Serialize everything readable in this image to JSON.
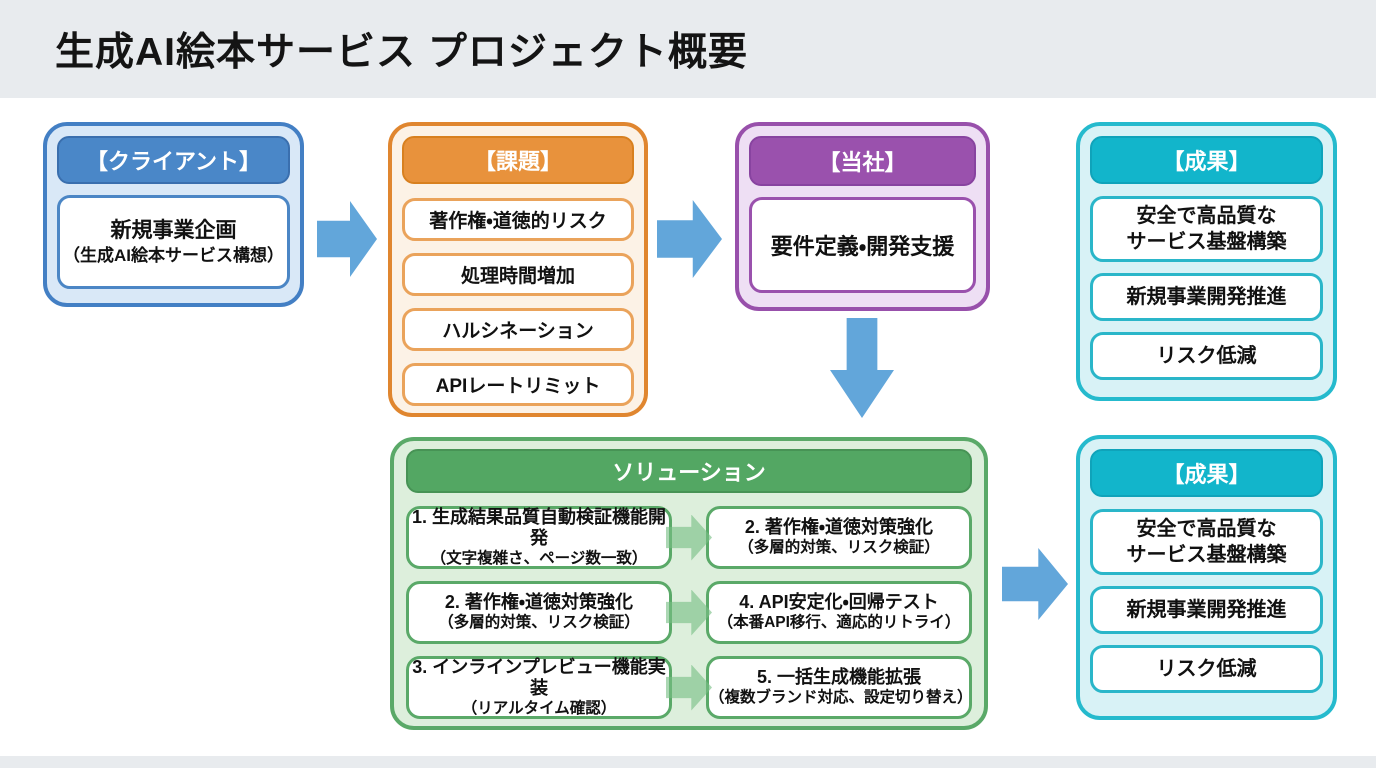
{
  "title": "生成AI絵本サービス プロジェクト概要",
  "client": {
    "header": "【クライアント】",
    "body_title": "新規事業企画",
    "body_sub": "（生成AI絵本サービス構想）"
  },
  "issues": {
    "header": "【課題】",
    "items": [
      "著作権・道徳的リスク",
      "処理時間増加",
      "ハルシネーション",
      "APIレートリミット"
    ]
  },
  "company": {
    "header": "【当社】",
    "body": "要件定義・開発支援"
  },
  "solution": {
    "header": "ソリューション",
    "left_items": [
      {
        "title": "1. 生成結果品質自動検証機能開発",
        "subtitle": "（文字複雑さ、ページ数一致）"
      },
      {
        "title": "2. 著作権・道徳対策強化",
        "subtitle": "（多層的対策、リスク検証）"
      },
      {
        "title": "3. インラインプレビュー機能実装",
        "subtitle": "（リアルタイム確認）"
      }
    ],
    "right_items": [
      {
        "title": "2. 著作権・道徳対策強化",
        "subtitle": "（多層的対策、リスク検証）"
      },
      {
        "title": "4. API安定化・回帰テスト",
        "subtitle": "（本番API移行、適応的リトライ）"
      },
      {
        "title": "5. 一括生成機能拡張",
        "subtitle": "（複数ブランド対応、設定切り替え）"
      }
    ]
  },
  "results_top": {
    "header": "【成果】",
    "items": [
      "安全で高品質な\nサービス基盤構築",
      "新規事業開発推進",
      "リスク低減"
    ]
  },
  "results_bottom": {
    "header": "【成果】",
    "items": [
      "安全で高品質な\nサービス基盤構築",
      "新規事業開発推進",
      "リスク低減"
    ]
  },
  "colors": {
    "background": "#ffffff",
    "title_band": "#e8ebee",
    "arrow_blue": "#62a6da",
    "client_blue": "#4a87c8",
    "issues_orange": "#e8923c",
    "company_purple": "#9a51ad",
    "results_teal": "#12b5cb",
    "solution_green": "#53a763",
    "solution_mini_arrow_green": "#78be84"
  }
}
